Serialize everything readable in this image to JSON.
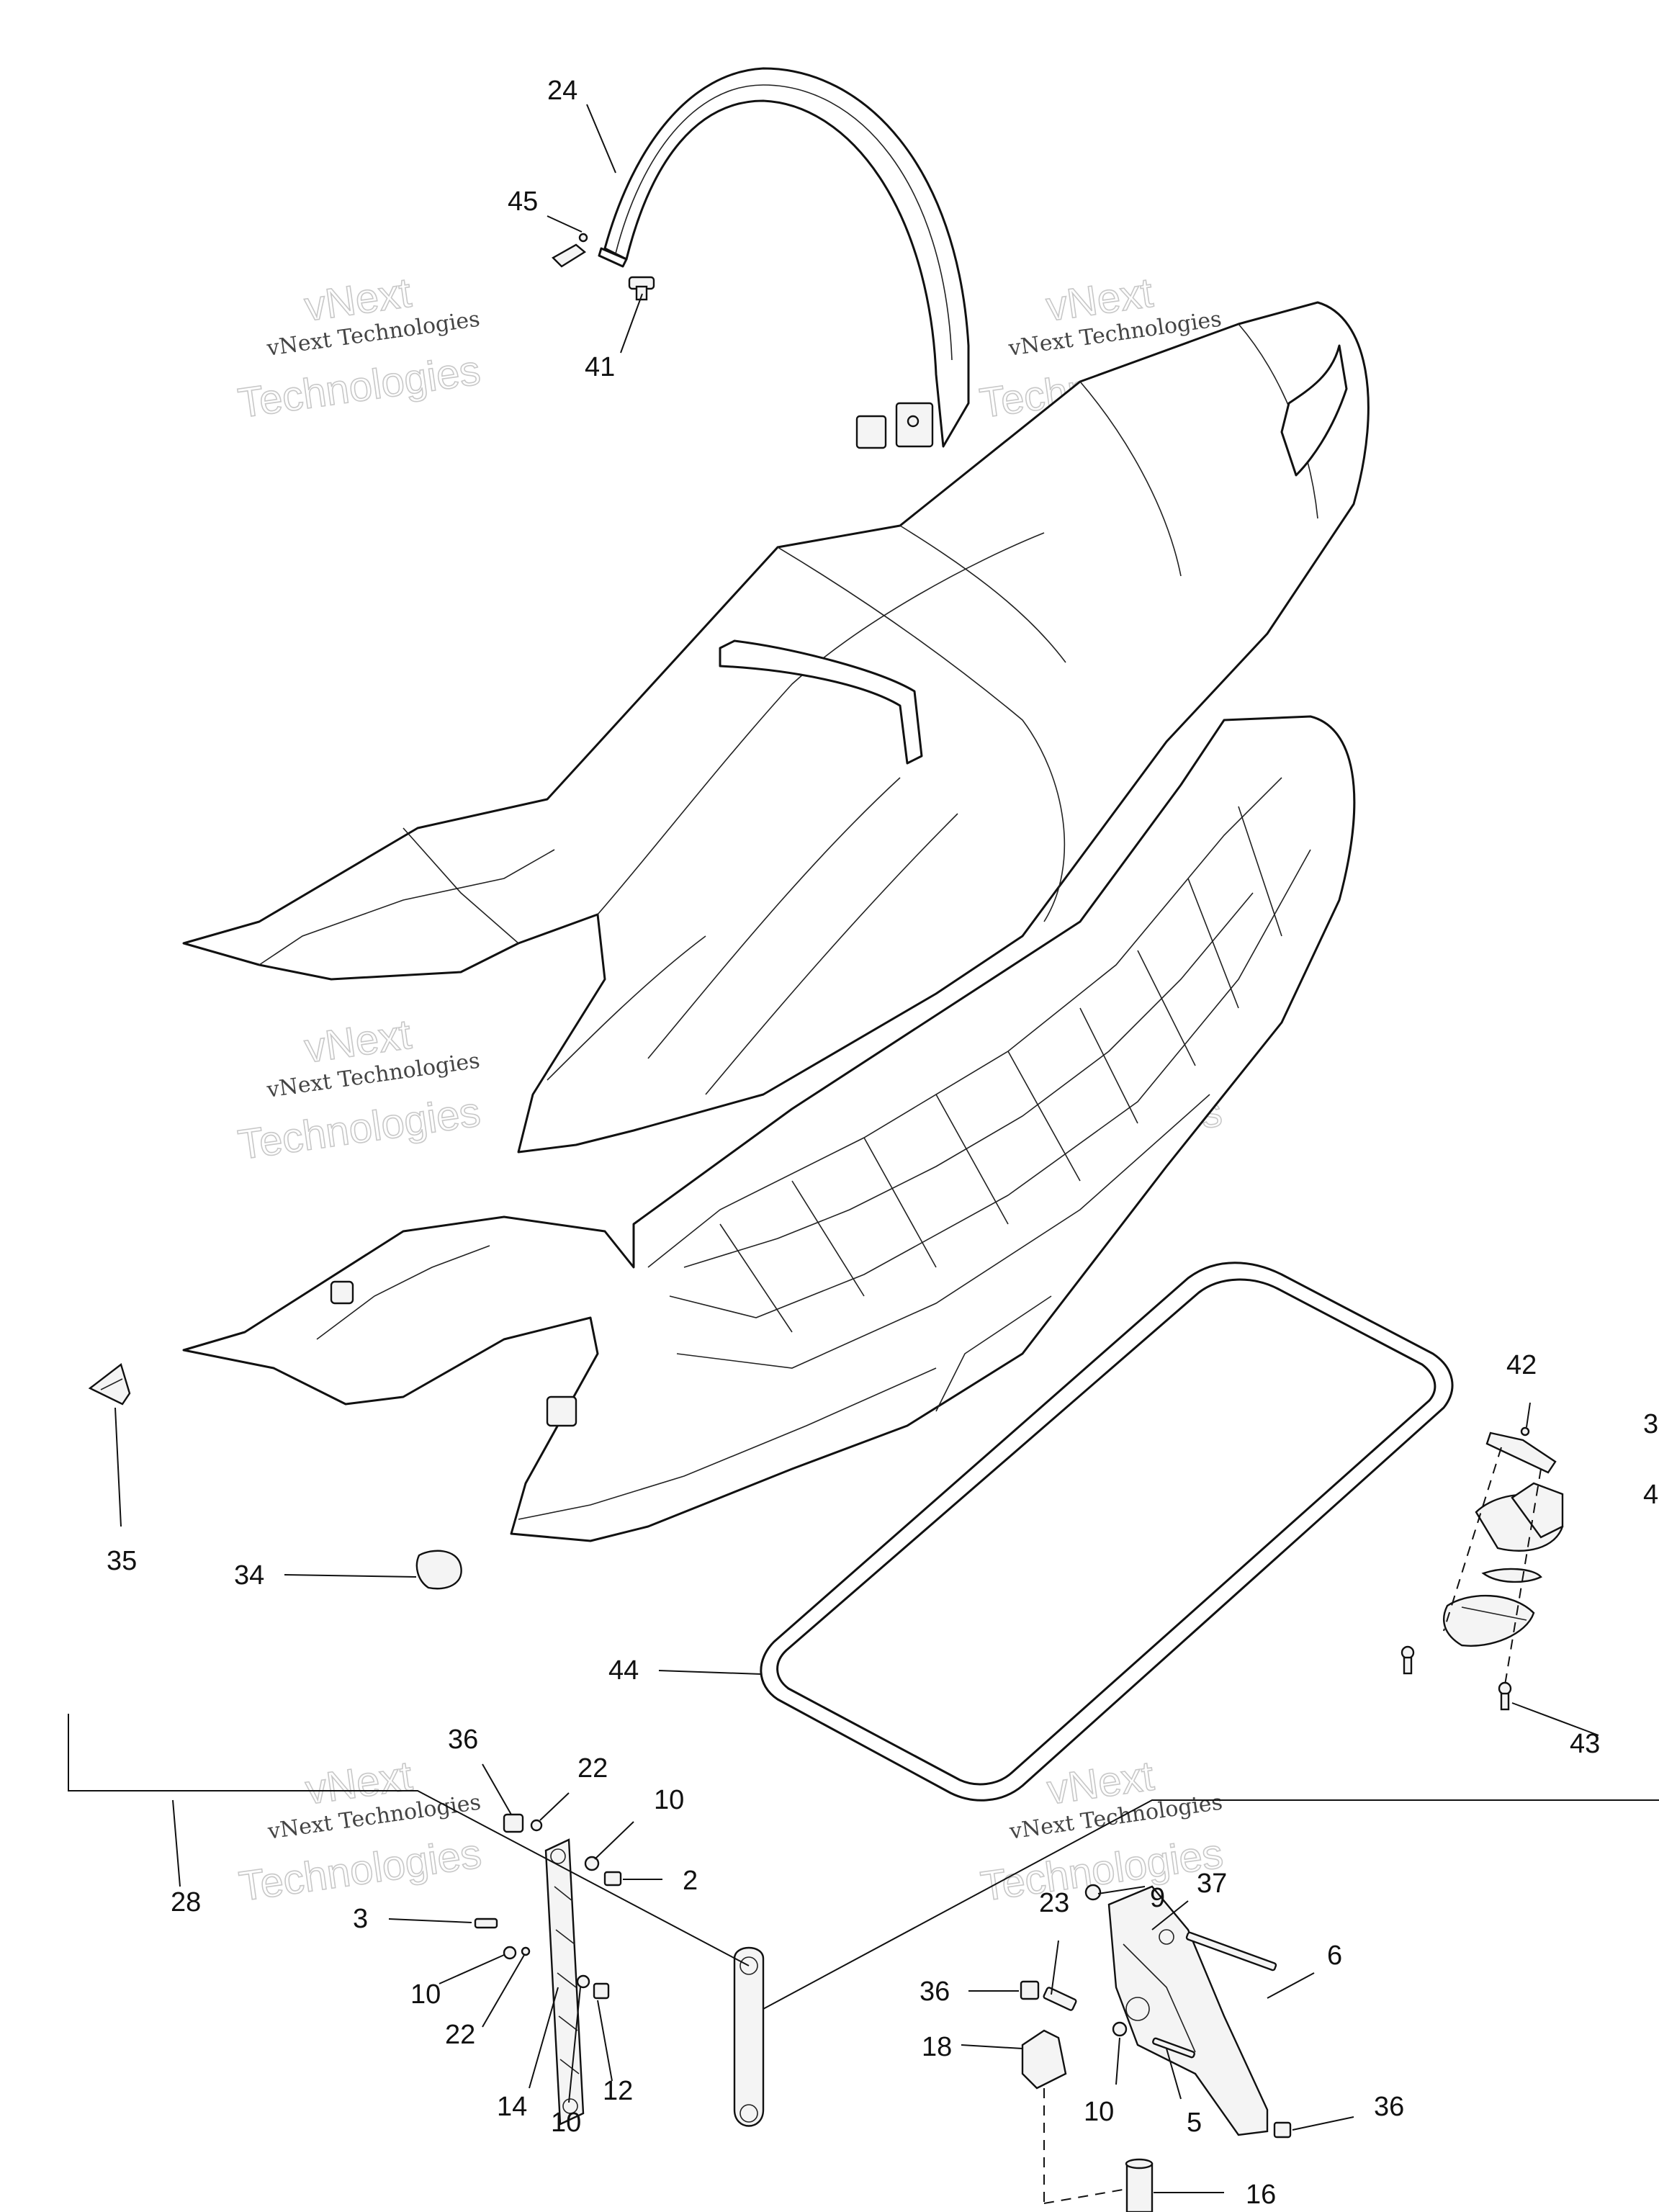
{
  "watermark": {
    "line1": "vNext",
    "line2": "vNext Technologies",
    "line3": "Technologies"
  },
  "callouts": [
    {
      "id": "c24",
      "text": "24"
    },
    {
      "id": "c45",
      "text": "45"
    },
    {
      "id": "c41",
      "text": "41"
    },
    {
      "id": "c35",
      "text": "35"
    },
    {
      "id": "c34",
      "text": "34"
    },
    {
      "id": "c44",
      "text": "44"
    },
    {
      "id": "c42",
      "text": "42"
    },
    {
      "id": "c3a",
      "text": "3"
    },
    {
      "id": "c4",
      "text": "4"
    },
    {
      "id": "c43",
      "text": "43"
    },
    {
      "id": "c36a",
      "text": "36"
    },
    {
      "id": "c22a",
      "text": "22"
    },
    {
      "id": "c10a",
      "text": "10"
    },
    {
      "id": "c2",
      "text": "2"
    },
    {
      "id": "c28",
      "text": "28"
    },
    {
      "id": "c3b",
      "text": "3"
    },
    {
      "id": "c10b",
      "text": "10"
    },
    {
      "id": "c22b",
      "text": "22"
    },
    {
      "id": "c14",
      "text": "14"
    },
    {
      "id": "c10c",
      "text": "10"
    },
    {
      "id": "c12",
      "text": "12"
    },
    {
      "id": "c9",
      "text": "9"
    },
    {
      "id": "c37",
      "text": "37"
    },
    {
      "id": "c23",
      "text": "23"
    },
    {
      "id": "c6",
      "text": "6"
    },
    {
      "id": "c36b",
      "text": "36"
    },
    {
      "id": "c18",
      "text": "18"
    },
    {
      "id": "c10d",
      "text": "10"
    },
    {
      "id": "c5",
      "text": "5"
    },
    {
      "id": "c36c",
      "text": "36"
    },
    {
      "id": "c16",
      "text": "16"
    }
  ]
}
